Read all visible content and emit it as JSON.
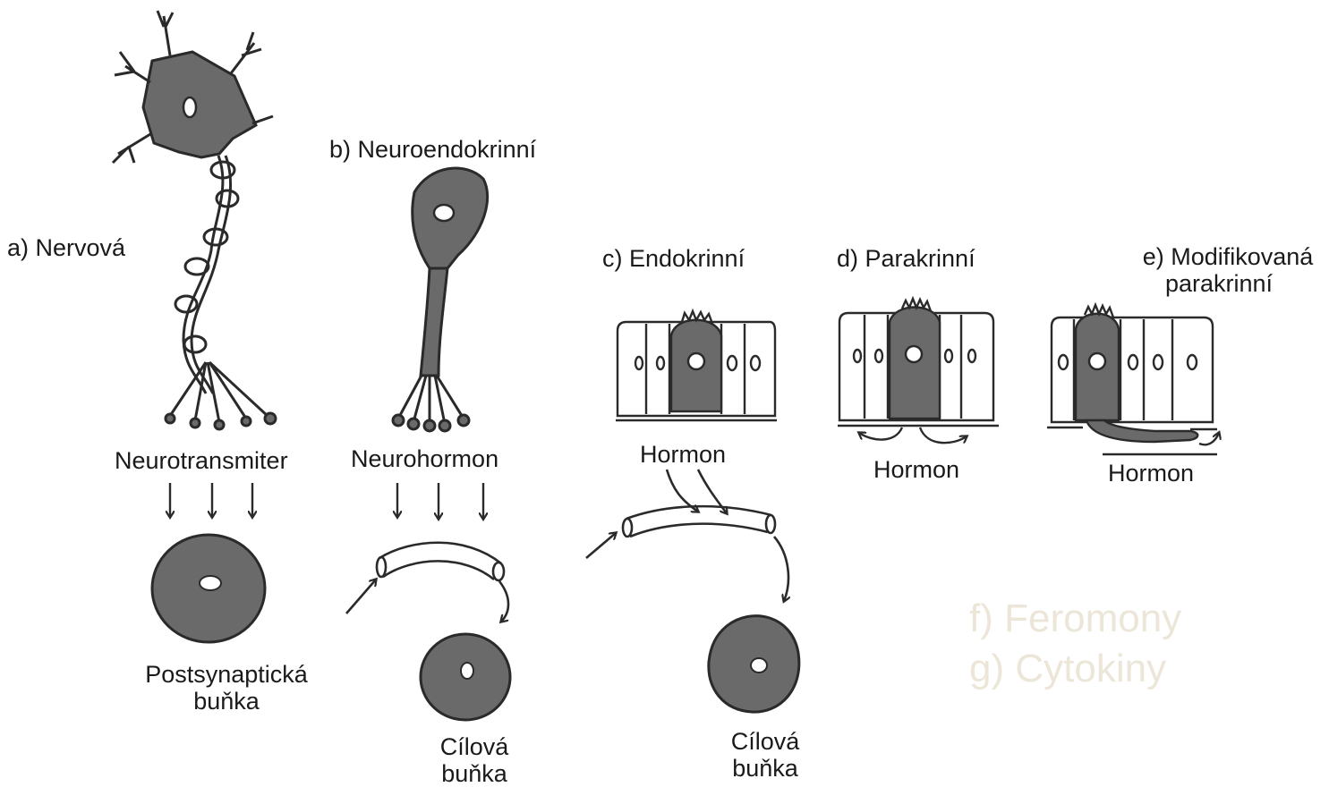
{
  "labels": {
    "a_nervova": "a) Nervová",
    "b_neuroendokrinni": "b) Neuroendokrinní",
    "c_endokrinni": "c) Endokrinní",
    "d_parakrinni": "d) Parakrinní",
    "e_line1": "e) Modifikovaná",
    "e_line2": "parakrinní"
  },
  "substances": {
    "neurotransmiter": "Neurotransmiter",
    "neurohormon": "Neurohormon",
    "hormon_c": "Hormon",
    "hormon_d": "Hormon",
    "hormon_e": "Hormon"
  },
  "targets": {
    "postsynapticka_line1": "Postsynaptická",
    "postsynapticka_line2": "buňka",
    "cilova_b_line1": "Cílová",
    "cilova_b_line2": "buňka",
    "cilova_c_line1": "Cílová",
    "cilova_c_line2": "buňka"
  },
  "extra": {
    "feromony": "f) Feromony",
    "cytokiny": "g) Cytokiny"
  },
  "colors": {
    "cell_fill": "#6a6a6a",
    "ink": "#2a2a2a",
    "faint_text": "#ece6d8"
  }
}
